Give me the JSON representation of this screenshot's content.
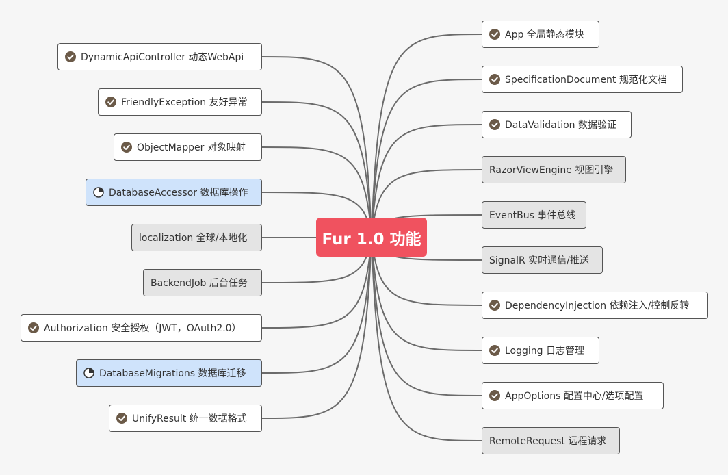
{
  "center": {
    "label": "Fur 1.0 功能"
  },
  "colors": {
    "center": "#f0525f",
    "link": "#6b6b6b",
    "check": "#6b5a48"
  },
  "left": [
    {
      "label": "DynamicApiController 动态WebApi",
      "status": "done",
      "icon": "check-circle-icon"
    },
    {
      "label": "FriendlyException 友好异常",
      "status": "done",
      "icon": "check-circle-icon"
    },
    {
      "label": "ObjectMapper 对象映射",
      "status": "done",
      "icon": "check-circle-icon"
    },
    {
      "label": "DatabaseAccessor 数据库操作",
      "status": "progress",
      "icon": "pie-progress-icon"
    },
    {
      "label": "localization 全球/本地化",
      "status": "todo"
    },
    {
      "label": "BackendJob 后台任务",
      "status": "todo"
    },
    {
      "label": "Authorization 安全授权（JWT，OAuth2.0）",
      "status": "done",
      "icon": "check-circle-icon"
    },
    {
      "label": "DatabaseMigrations 数据库迁移",
      "status": "progress",
      "icon": "pie-progress-icon"
    },
    {
      "label": "UnifyResult 统一数据格式",
      "status": "done",
      "icon": "check-circle-icon"
    }
  ],
  "right": [
    {
      "label": "App 全局静态模块",
      "status": "done",
      "icon": "check-circle-icon"
    },
    {
      "label": "SpecificationDocument 规范化文档",
      "status": "done",
      "icon": "check-circle-icon"
    },
    {
      "label": "DataValidation 数据验证",
      "status": "done",
      "icon": "check-circle-icon"
    },
    {
      "label": "RazorViewEngine 视图引擎",
      "status": "todo"
    },
    {
      "label": "EventBus 事件总线",
      "status": "todo"
    },
    {
      "label": "SignalR 实时通信/推送",
      "status": "todo"
    },
    {
      "label": "DependencyInjection 依赖注入/控制反转",
      "status": "done",
      "icon": "check-circle-icon"
    },
    {
      "label": "Logging 日志管理",
      "status": "done",
      "icon": "check-circle-icon"
    },
    {
      "label": "AppOptions 配置中心/选项配置",
      "status": "done",
      "icon": "check-circle-icon"
    },
    {
      "label": "RemoteRequest 远程请求",
      "status": "todo"
    }
  ]
}
